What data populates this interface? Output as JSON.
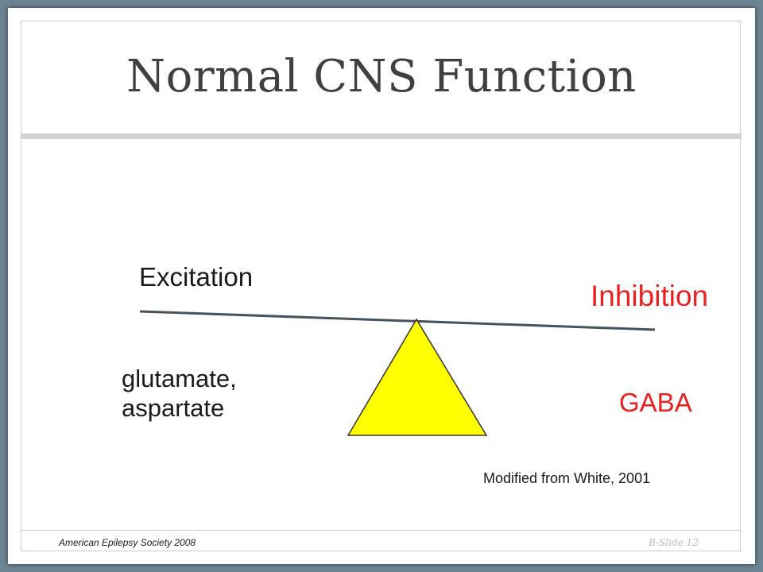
{
  "slide": {
    "title": "Normal CNS Function"
  },
  "diagram": {
    "left_label": "Excitation",
    "right_label": "Inhibition",
    "left_agents": [
      "glutamate,",
      "aspartate"
    ],
    "right_agents": "GABA",
    "citation": "Modified from White, 2001"
  },
  "footer": {
    "source": "American Epilepsy Society 2008",
    "slide_number": "B-Slide 12"
  },
  "colors": {
    "background": "#6d8594",
    "title_text": "#404040",
    "inhibition_text": "#e62222",
    "beam": "#46525c",
    "fulcrum_fill": "#ffff00",
    "fulcrum_stroke": "#333333"
  }
}
